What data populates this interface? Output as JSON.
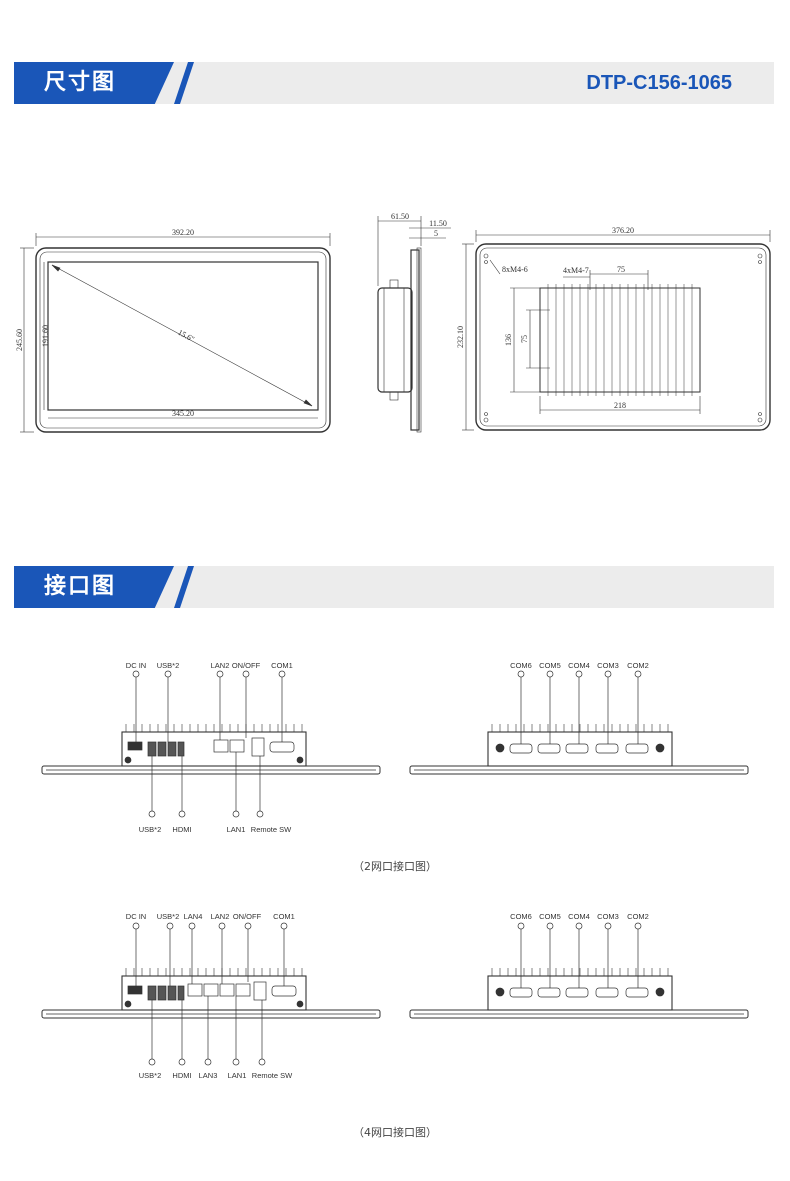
{
  "sections": {
    "dimensions": {
      "title": "尺寸图",
      "model": "DTP-C156-1065"
    },
    "interfaces": {
      "title": "接口图"
    }
  },
  "front_view": {
    "width": "392.20",
    "height": "245.60",
    "screen_width": "345.20",
    "screen_height": "191.60",
    "diagonal": "15.6\""
  },
  "side_view": {
    "depth": "61.50",
    "bezel": "11.50",
    "panel": "5"
  },
  "back_view": {
    "width": "376.20",
    "height": "232.10",
    "screw_note": "8xM4-6",
    "mount_note": "4xM4-7",
    "vesa_h": "75",
    "vesa_v": "75",
    "box_height": "136",
    "box_width": "218"
  },
  "ports_2lan": {
    "top_labels": [
      "DC IN",
      "USB*2",
      "LAN2",
      "ON/OFF",
      "COM1"
    ],
    "bottom_labels": [
      "USB*2",
      "HDMI",
      "LAN1",
      "Remote SW"
    ],
    "com_labels": [
      "COM6",
      "COM5",
      "COM4",
      "COM3",
      "COM2"
    ],
    "caption": "（2网口接口图）"
  },
  "ports_4lan": {
    "top_labels": [
      "DC IN",
      "USB*2",
      "LAN4",
      "LAN2",
      "ON/OFF",
      "COM1"
    ],
    "bottom_labels": [
      "USB*2",
      "HDMI",
      "LAN3",
      "LAN1",
      "Remote SW"
    ],
    "com_labels": [
      "COM6",
      "COM5",
      "COM4",
      "COM3",
      "COM2"
    ],
    "caption": "（4网口接口图）"
  }
}
